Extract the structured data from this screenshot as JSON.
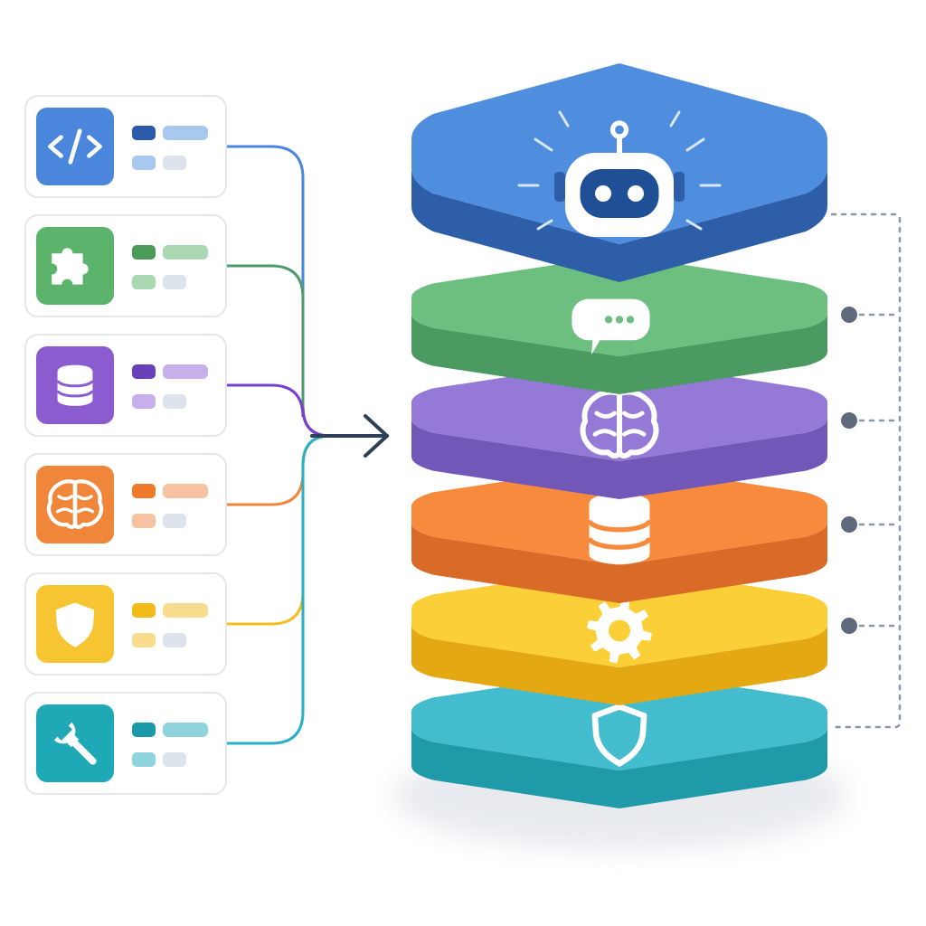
{
  "colors": {
    "blue": "#4a86dc",
    "green": "#5cb36b",
    "purple": "#8a5cd0",
    "orange": "#f0863a",
    "yellow": "#f7c531",
    "teal": "#1fa9b6",
    "arrow": "#2e4057",
    "dotted": "#8a97a8"
  },
  "modules": [
    {
      "id": "code",
      "icon": "code-icon",
      "color": "#4a86dc",
      "pill_dark": "#2a5aa8",
      "pill_light": "#a9c8ef",
      "pill_faint": "#dde3ea",
      "line": "#4a86dc"
    },
    {
      "id": "plugin",
      "icon": "puzzle-icon",
      "color": "#5cb36b",
      "pill_dark": "#4a9a58",
      "pill_light": "#a9d8b2",
      "pill_faint": "#dde3ea",
      "line": "#4e9a6a"
    },
    {
      "id": "database",
      "icon": "database-icon",
      "color": "#8a5cd0",
      "pill_dark": "#6a40b8",
      "pill_light": "#c5b0ec",
      "pill_faint": "#dde3ea",
      "line": "#7a3fd0"
    },
    {
      "id": "brain",
      "icon": "brain-icon",
      "color": "#f0863a",
      "pill_dark": "#ee7a2a",
      "pill_light": "#f7c2a0",
      "pill_faint": "#dde3ea",
      "line": "#f0863a"
    },
    {
      "id": "security",
      "icon": "shield-icon",
      "color": "#f7c531",
      "pill_dark": "#f2bb1a",
      "pill_light": "#f8dc8e",
      "pill_faint": "#dde3ea",
      "line": "#f2bc22"
    },
    {
      "id": "tools",
      "icon": "wrench-icon",
      "color": "#1fa9b6",
      "pill_dark": "#1a9aa8",
      "pill_light": "#8fd3dc",
      "pill_faint": "#dde3ea",
      "line": "#2ab0c6"
    }
  ],
  "stack_layers": [
    {
      "id": "agent",
      "icon": "robot-icon",
      "top": "#4f8ede",
      "side": "#2f5ea8"
    },
    {
      "id": "chat",
      "icon": "chat-bubble-icon",
      "top": "#6dbf80",
      "side": "#4a9a62"
    },
    {
      "id": "reasoning",
      "icon": "brain-icon",
      "top": "#9479d6",
      "side": "#7158b8"
    },
    {
      "id": "memory",
      "icon": "database-icon",
      "top": "#f78a3c",
      "side": "#d96a28"
    },
    {
      "id": "settings",
      "icon": "gear-icon",
      "top": "#fbcf38",
      "side": "#e4a812"
    },
    {
      "id": "guardrails",
      "icon": "shield-icon",
      "top": "#43bccd",
      "side": "#1f9aa8"
    }
  ]
}
